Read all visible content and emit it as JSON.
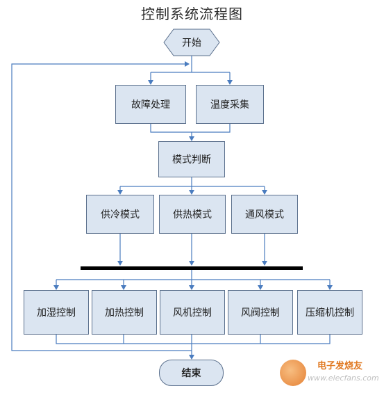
{
  "title": "控制系统流程图",
  "nodes": {
    "start": "开始",
    "fault": "故障处理",
    "temp": "温度采集",
    "mode": "模式判断",
    "cool": "供冷模式",
    "heat": "供热模式",
    "vent": "通风模式",
    "humid": "加湿控制",
    "heatctl": "加热控制",
    "fan": "风机控制",
    "valve": "风阀控制",
    "comp": "压缩机控制",
    "end": "结束"
  },
  "watermark": {
    "line1": "电子发烧友",
    "line2": "www.elecfans.com"
  },
  "colors": {
    "node_fill": "#dbe5f1",
    "node_border": "#5a6f8c",
    "arrow": "#4a7cbf",
    "bar": "#000000"
  }
}
